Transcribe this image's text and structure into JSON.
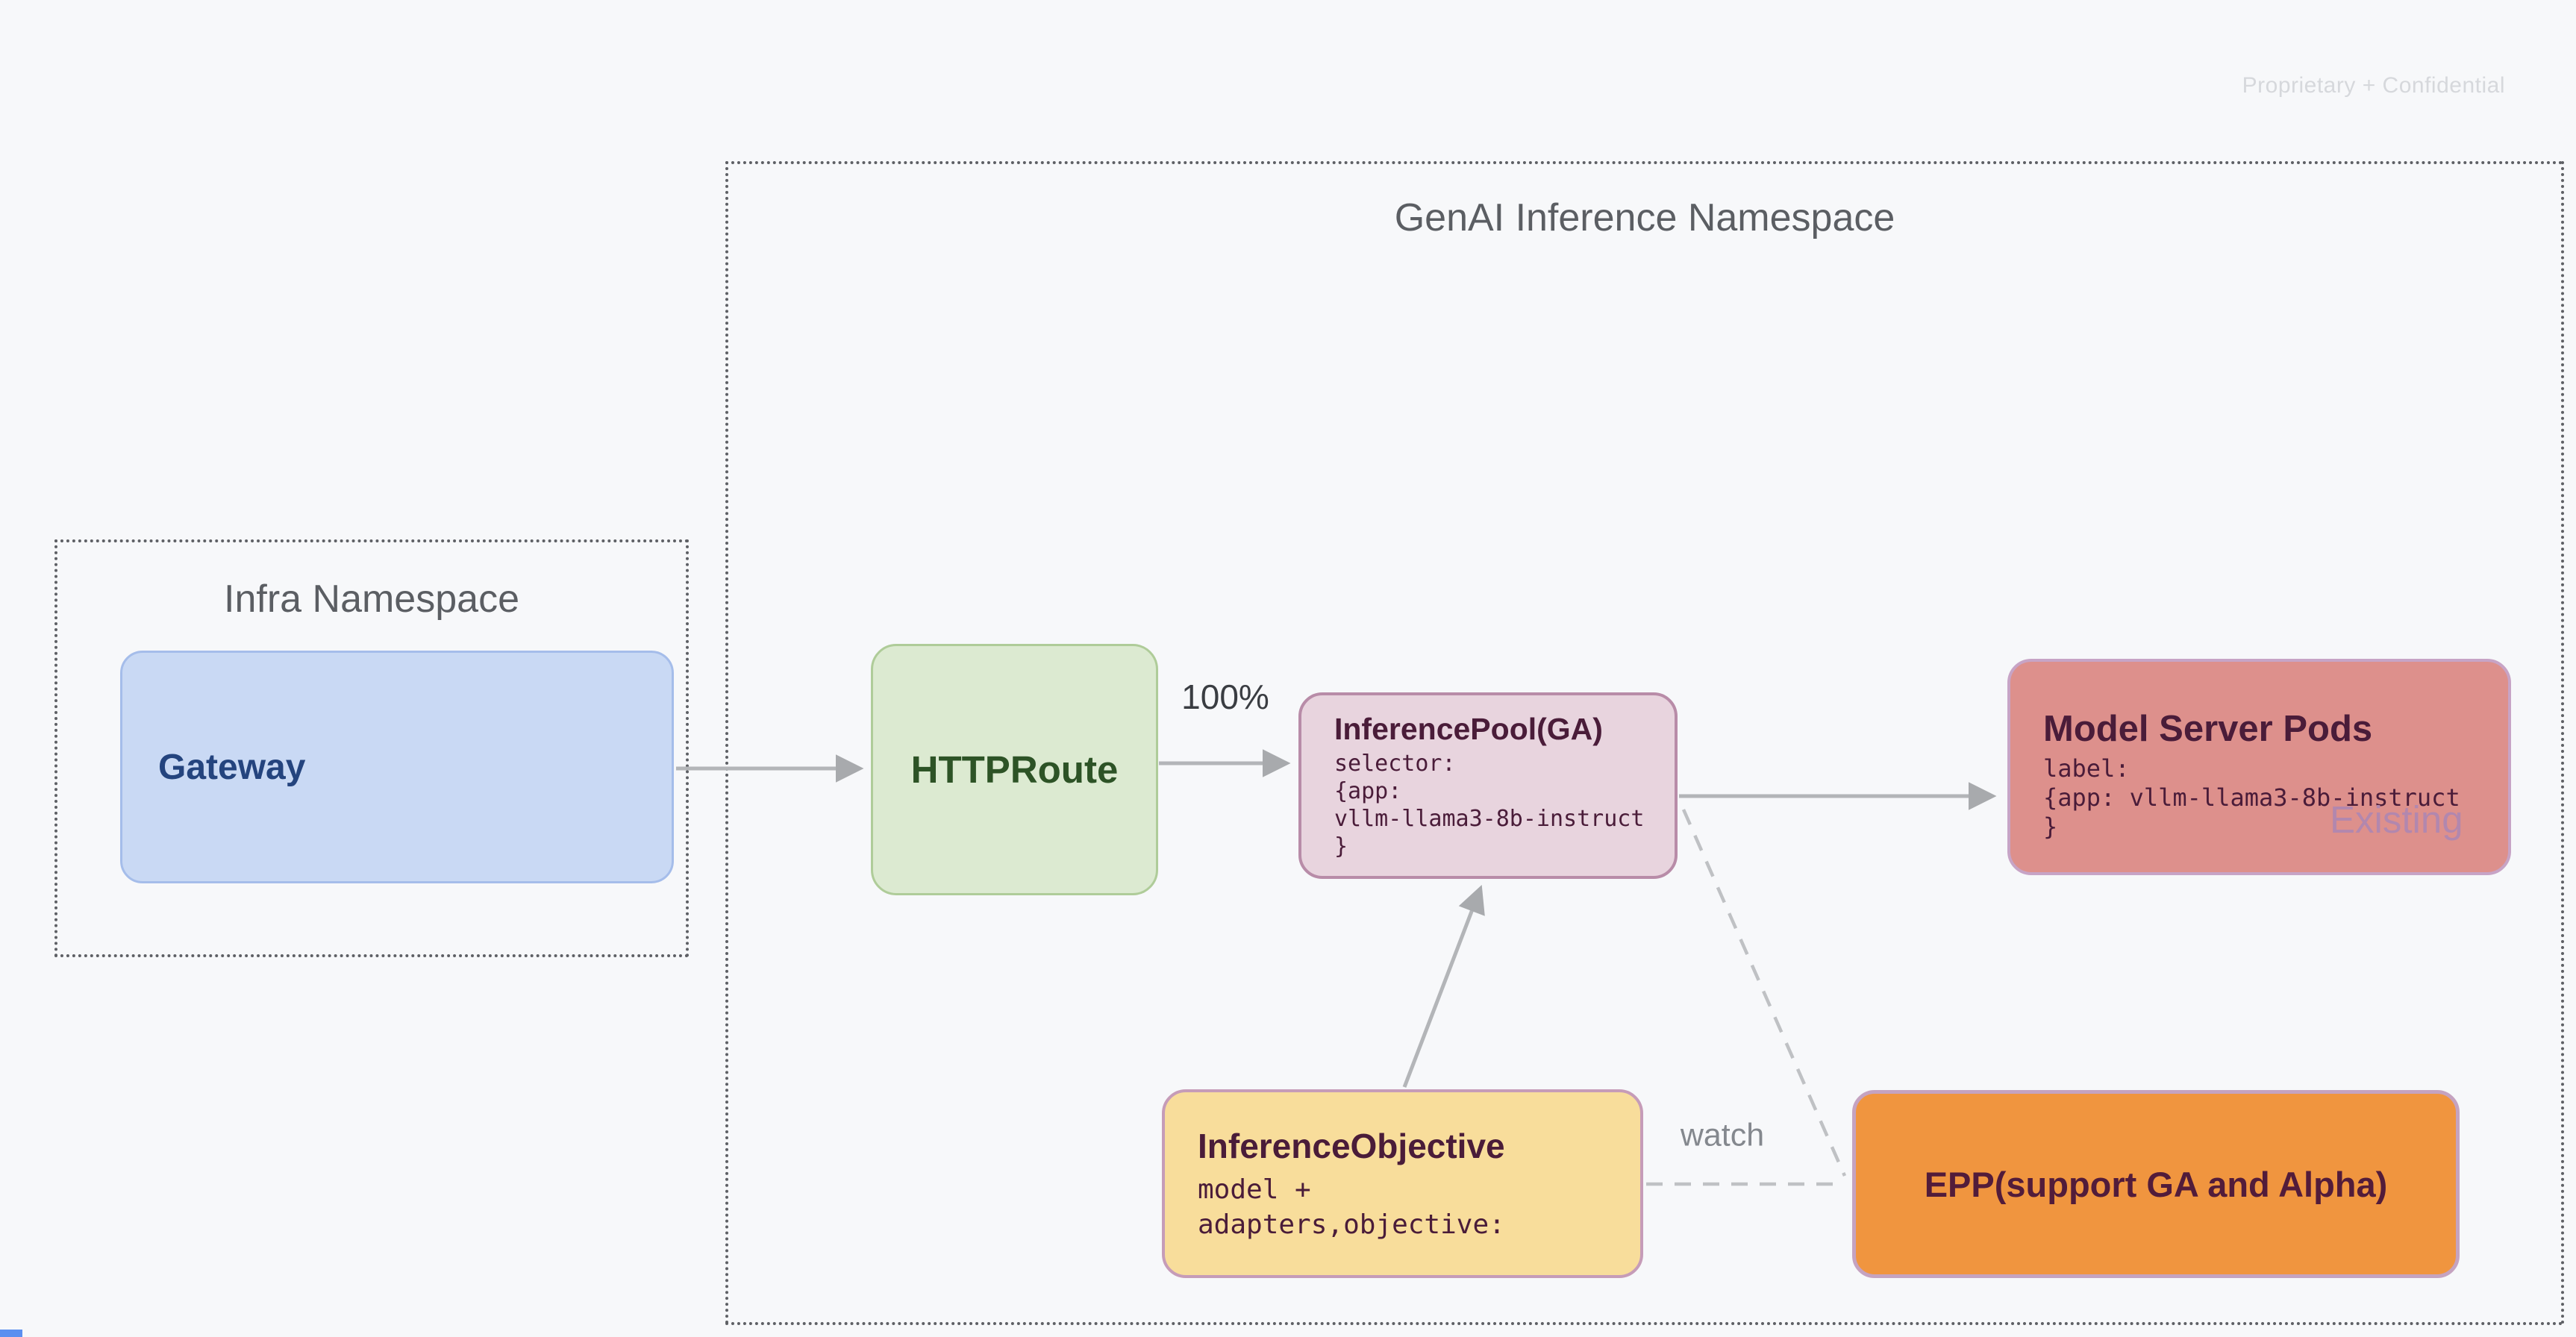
{
  "page": {
    "watermark": "Proprietary + Confidential"
  },
  "namespaces": {
    "genai": {
      "label": "GenAI Inference Namespace"
    },
    "infra": {
      "label": "Infra Namespace"
    }
  },
  "nodes": {
    "gateway": {
      "label": "Gateway"
    },
    "httproute": {
      "label": "HTTPRoute"
    },
    "inference_pool": {
      "title": "InferencePool(GA)",
      "code_lines": [
        "selector:",
        "{app:",
        "vllm-llama3-8b-instruct",
        "}"
      ]
    },
    "model_server_pods": {
      "title": "Model Server Pods",
      "code_lines": [
        "label:",
        "{app: vllm-llama3-8b-instruct",
        "}"
      ],
      "badge": "Existing"
    },
    "inference_objective": {
      "title": "InferenceObjective",
      "code_lines": [
        "model +",
        "adapters,objective:"
      ]
    },
    "epp": {
      "label": "EPP(support GA and Alpha)"
    }
  },
  "edges": {
    "httproute_to_pool_label": "100%",
    "objective_to_epp_label": "watch"
  },
  "colors": {
    "bg": "#f7f8fa",
    "dotted-border": "#5e6065",
    "namespace-text": "#5b5e63",
    "watermark": "#d6d8dc",
    "gateway-fill": "#c9d9f4",
    "gateway-border": "#a5bdea",
    "gateway-text": "#24447e",
    "httproute-fill": "#dcead1",
    "httproute-border": "#afcc99",
    "httproute-text": "#2d5326",
    "pool-fill": "#e8d4de",
    "pool-border": "#b88ca8",
    "maroon-text": "#4a1c39",
    "msp-fill": "#dd908c",
    "msp-border": "#c7a4c6",
    "existing-text": "#b287ae",
    "objective-fill": "#f8dd9b",
    "objective-border": "#c69cb8",
    "epp-fill": "#f0953f",
    "epp-border": "#c5a3c0",
    "epp-text": "#521c3a",
    "arrow": "#b3b5b8",
    "arrowhead": "#a8aaad",
    "dashed": "#bfc1c4",
    "edge-label": "#3a3d42",
    "watch-label": "#84888e",
    "corner-accent": "#5b8ff0"
  }
}
